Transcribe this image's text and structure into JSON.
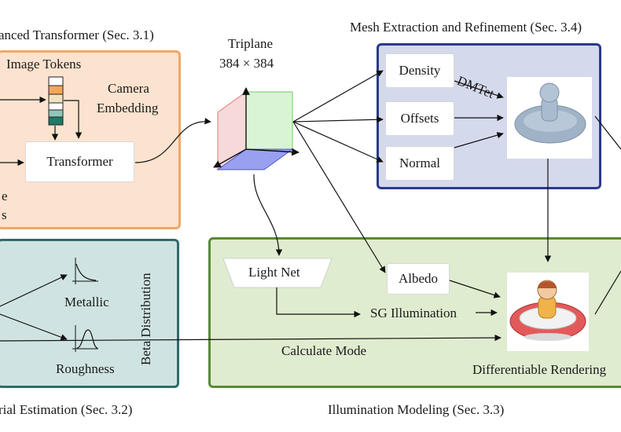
{
  "transformer_panel": {
    "caption": "anced Transformer (Sec. 3.1)",
    "image_tokens": "Image Tokens",
    "camera_embedding_line1": "Camera",
    "camera_embedding_line2": "Embedding",
    "transformer": "Transformer",
    "left_cut_1": "e",
    "left_cut_2": "s",
    "colors": {
      "fill": "#fbe3cf",
      "border": "#f2a765"
    }
  },
  "triplane": {
    "title": "Triplane",
    "resolution": "384 × 384"
  },
  "mesh_panel": {
    "caption": "Mesh Extraction and Refinement (Sec. 3.4)",
    "density": "Density",
    "offsets": "Offsets",
    "normal": "Normal",
    "dmtet": "DMTet",
    "colors": {
      "fill": "#d5d9ec",
      "border": "#2a3a8c"
    }
  },
  "material_panel": {
    "caption": "rial Estimation (Sec. 3.2)",
    "metallic": "Metallic",
    "roughness": "Roughness",
    "beta_distribution": "Beta Distribution",
    "colors": {
      "fill": "#cfe4e2",
      "border": "#2f6b6b"
    }
  },
  "illumination_panel": {
    "caption": "Illumination Modeling (Sec. 3.3)",
    "light_net": "Light Net",
    "albedo": "Albedo",
    "sg_illumination": "SG Illumination",
    "calculate_mode": "Calculate Mode",
    "differentiable_rendering": "Differentiable Rendering",
    "colors": {
      "fill": "#dfeccf",
      "border": "#5b8a34"
    }
  }
}
